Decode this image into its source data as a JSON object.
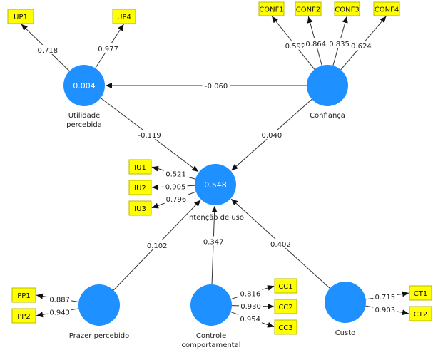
{
  "colors": {
    "construct_fill": "#1e90ff",
    "indicator_fill": "#ffff00",
    "indicator_border": "#b8b800",
    "line": "#333333"
  },
  "constructs": [
    {
      "id": "UP",
      "r2": "0.004",
      "label_lines": [
        "Utilidade",
        "percebida"
      ]
    },
    {
      "id": "CONF",
      "r2": "",
      "label_lines": [
        "Confiança"
      ]
    },
    {
      "id": "IU",
      "r2": "0.548",
      "label_lines": [
        "Intenção de uso"
      ]
    },
    {
      "id": "PP",
      "r2": "",
      "label_lines": [
        "Prazer percebido"
      ]
    },
    {
      "id": "CC",
      "r2": "",
      "label_lines": [
        "Controle",
        "comportamental"
      ]
    },
    {
      "id": "CT",
      "r2": "",
      "label_lines": [
        "Custo"
      ]
    }
  ],
  "indicators": [
    {
      "name": "UP1",
      "construct": "UP",
      "loading": "0.718"
    },
    {
      "name": "UP4",
      "construct": "UP",
      "loading": "0.977"
    },
    {
      "name": "CONF1",
      "construct": "CONF",
      "loading": "0.592"
    },
    {
      "name": "CONF2",
      "construct": "CONF",
      "loading": "0.864"
    },
    {
      "name": "CONF3",
      "construct": "CONF",
      "loading": "0.835"
    },
    {
      "name": "CONF4",
      "construct": "CONF",
      "loading": "0.624"
    },
    {
      "name": "IU1",
      "construct": "IU",
      "loading": "0.521"
    },
    {
      "name": "IU2",
      "construct": "IU",
      "loading": "0.905"
    },
    {
      "name": "IU3",
      "construct": "IU",
      "loading": "0.796"
    },
    {
      "name": "PP1",
      "construct": "PP",
      "loading": "0.887"
    },
    {
      "name": "PP2",
      "construct": "PP",
      "loading": "0.943"
    },
    {
      "name": "CC1",
      "construct": "CC",
      "loading": "0.816"
    },
    {
      "name": "CC2",
      "construct": "CC",
      "loading": "0.930"
    },
    {
      "name": "CC3",
      "construct": "CC",
      "loading": "0.954"
    },
    {
      "name": "CT1",
      "construct": "CT",
      "loading": "0.715"
    },
    {
      "name": "CT2",
      "construct": "CT",
      "loading": "0.903"
    }
  ],
  "paths": [
    {
      "from": "CONF",
      "to": "UP",
      "coefficient": "-0.060"
    },
    {
      "from": "UP",
      "to": "IU",
      "coefficient": "-0.119"
    },
    {
      "from": "CONF",
      "to": "IU",
      "coefficient": "0.040"
    },
    {
      "from": "PP",
      "to": "IU",
      "coefficient": "0.102"
    },
    {
      "from": "CC",
      "to": "IU",
      "coefficient": "0.347"
    },
    {
      "from": "CT",
      "to": "IU",
      "coefficient": "0.402"
    }
  ]
}
